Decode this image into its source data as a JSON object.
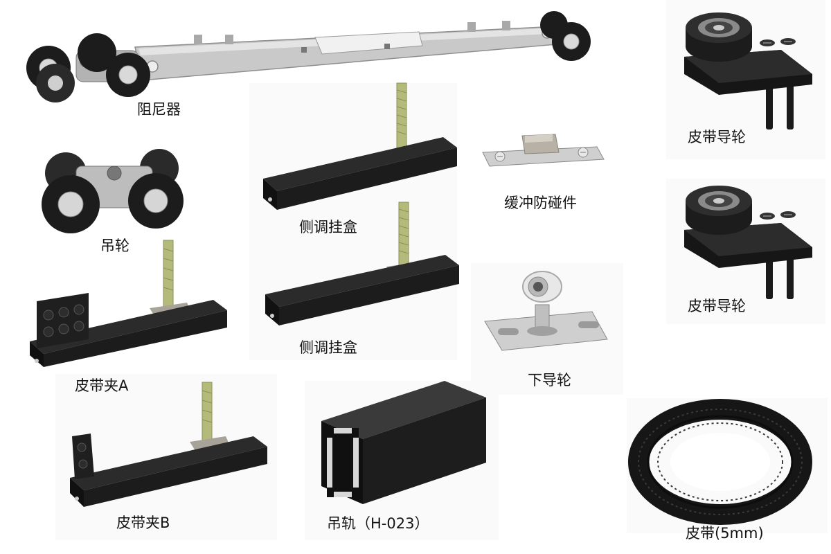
{
  "catalog": {
    "items": [
      {
        "id": "damper",
        "label": "阻尼器"
      },
      {
        "id": "hanging-wheel",
        "label": "吊轮"
      },
      {
        "id": "side-adjust-box-1",
        "label": "侧调挂盒"
      },
      {
        "id": "side-adjust-box-2",
        "label": "侧调挂盒"
      },
      {
        "id": "buffer-bumper",
        "label": "缓冲防碰件"
      },
      {
        "id": "belt-guide-wheel-1",
        "label": "皮带导轮"
      },
      {
        "id": "belt-guide-wheel-2",
        "label": "皮带导轮"
      },
      {
        "id": "belt-clamp-a",
        "label": "皮带夹A"
      },
      {
        "id": "lower-guide-wheel",
        "label": "下导轮"
      },
      {
        "id": "belt-clamp-b",
        "label": "皮带夹B"
      },
      {
        "id": "hanging-rail",
        "label": "吊轨（H-023）"
      },
      {
        "id": "belt",
        "label": "皮带(5mm)"
      }
    ]
  },
  "colors": {
    "background": "#ffffff",
    "panel": "#fafafa",
    "part_black": "#1c1c1c",
    "steel": "#c8c8c8",
    "bolt": "#a8b070",
    "nylon": "#b5b0a5"
  }
}
